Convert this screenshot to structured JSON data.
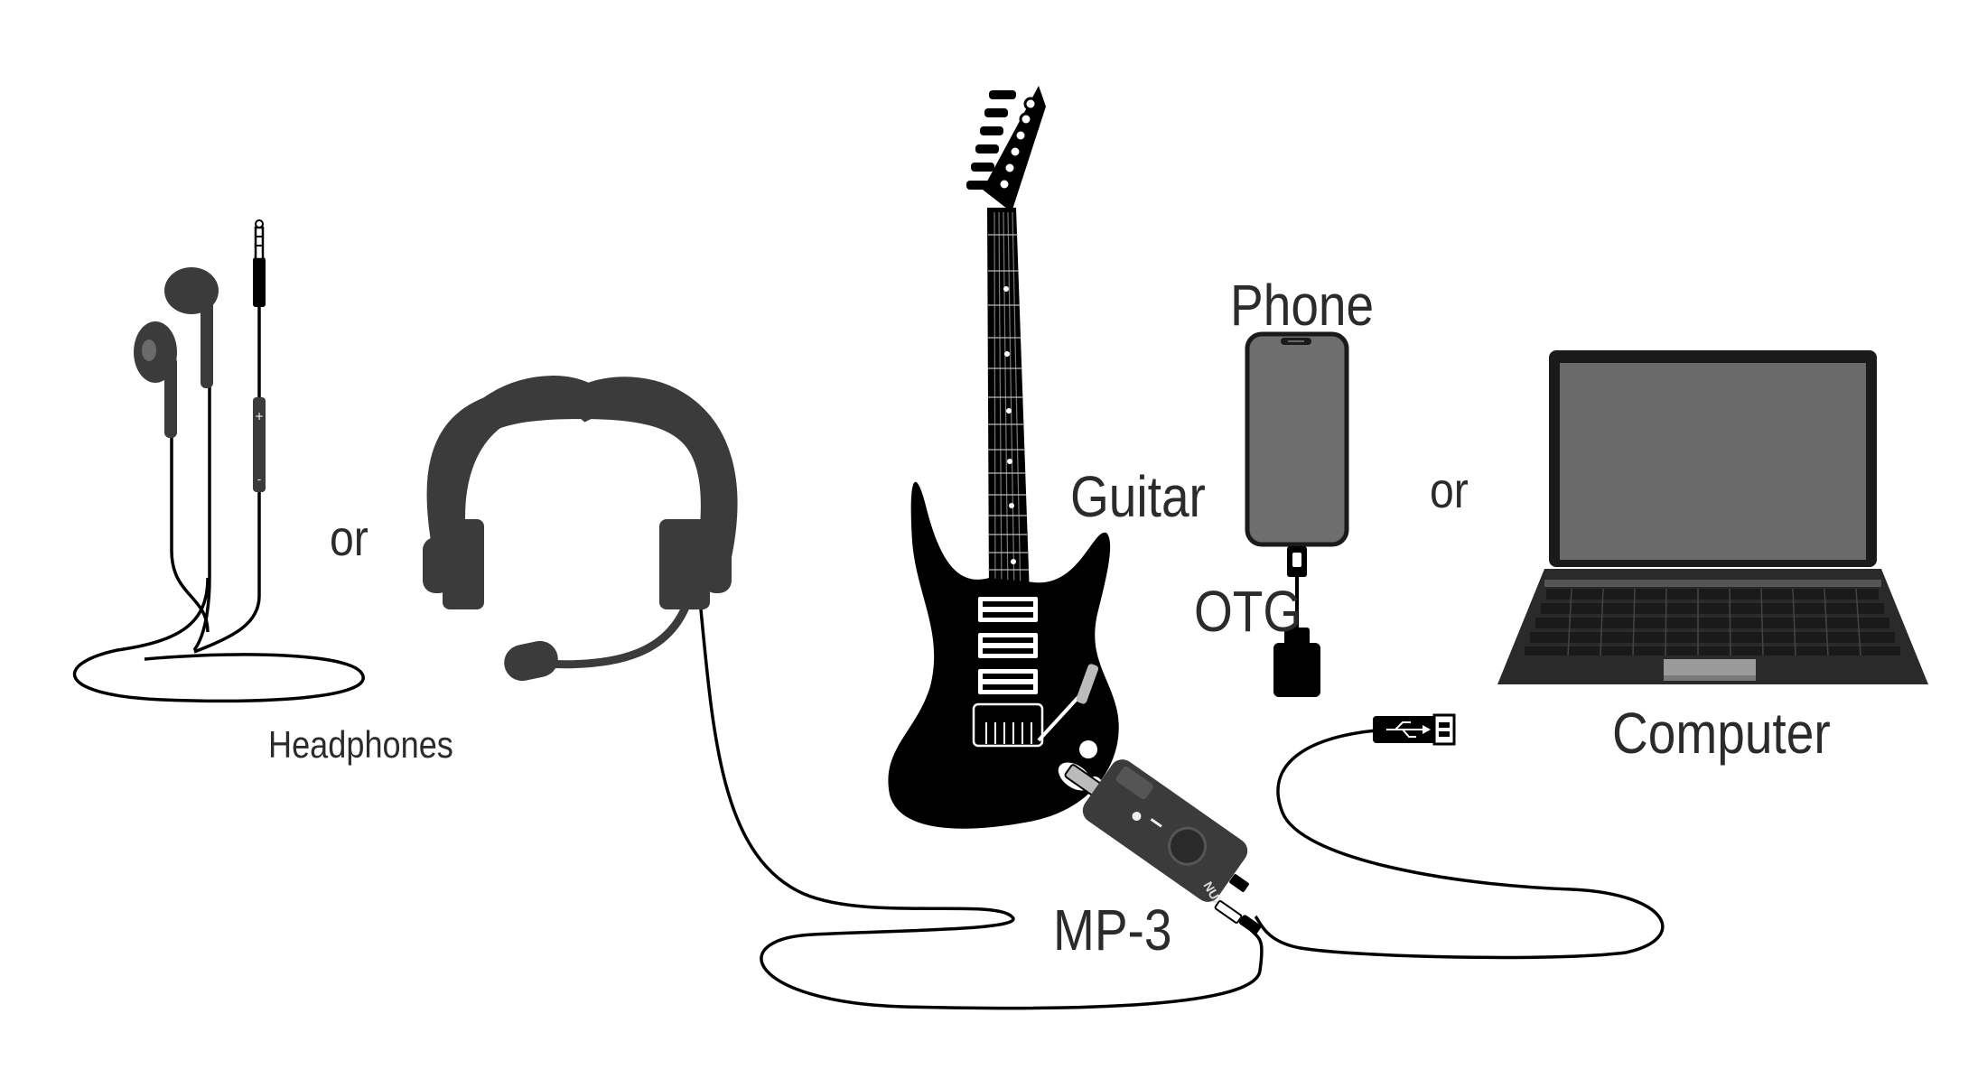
{
  "labels": {
    "headphones": "Headphones",
    "or_left": "or",
    "guitar": "Guitar",
    "phone": "Phone",
    "otg": "OTG",
    "or_right": "or",
    "computer": "Computer",
    "device": "MP-3",
    "device_brand": "NUX"
  },
  "colors": {
    "ink": "#000000",
    "dark_gray": "#3b3b3b",
    "screen_gray": "#6a6a6a",
    "label": "#2b2b2b"
  },
  "icons": [
    "earphones-icon",
    "headset-icon",
    "guitar-icon",
    "phone-icon",
    "otg-adapter-icon",
    "usb-plug-icon",
    "laptop-icon",
    "mp3-amplifier-icon"
  ]
}
